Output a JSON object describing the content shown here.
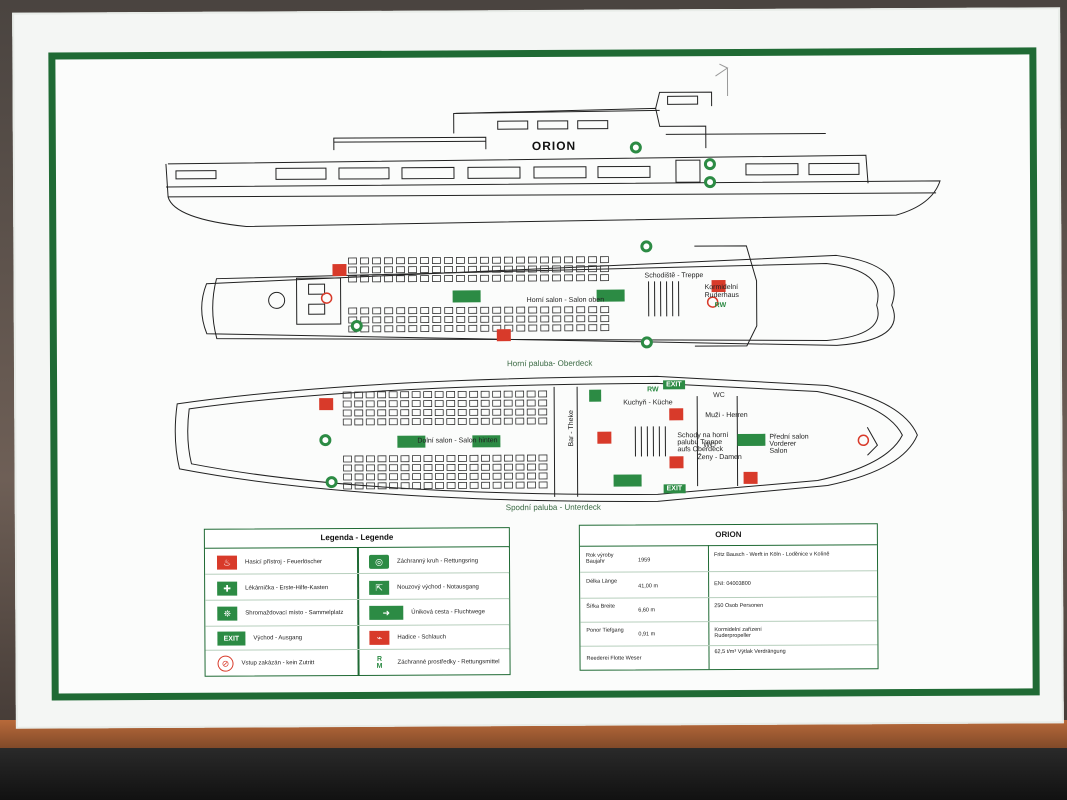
{
  "ship_name": "ORION",
  "decks": {
    "upper_title": "Horní paluba- Oberdeck",
    "lower_title": "Spodní paluba - Unterdeck",
    "upper_labels": {
      "stairs": "Schodiště - Treppe",
      "wheelhouse": "Kormidelní Ruderhaus",
      "saloon": "Horní salon - Salon oben",
      "rw": "RW"
    },
    "lower_labels": {
      "bar": "Bar - Theke",
      "galley": "Kuchyň - Küche",
      "saloon": "Dolní salon - Salon hinten",
      "stairs_up": "Schody na horní palubu Treppe aufs Oberdeck",
      "men": "Muži - Herren",
      "women": "Ženy - Damen",
      "front_saloon": "Přední salon Vorderer Salon",
      "wc": "WC",
      "rw": "RW",
      "exit": "EXIT"
    }
  },
  "legend": {
    "title": "Legenda - Legende",
    "left": [
      {
        "icon": "fire-extinguisher-icon",
        "label": "Hasicí přístroj - Feuerlöscher"
      },
      {
        "icon": "first-aid-icon",
        "label": "Lékárnička - Erste-Hilfe-Kasten"
      },
      {
        "icon": "assembly-point-icon",
        "label": "Shromaždovací místo - Sammelplatz"
      },
      {
        "icon": "exit-sign-icon",
        "label": "Východ - Ausgang",
        "sign": "EXIT"
      },
      {
        "icon": "no-entry-icon",
        "label": "Vstup zakázán - kein Zutritt"
      }
    ],
    "right": [
      {
        "icon": "life-ring-icon",
        "label": "Záchranný kruh - Rettungsring"
      },
      {
        "icon": "emergency-exit-icon",
        "label": "Nouzový východ - Notausgang"
      },
      {
        "icon": "escape-route-icon",
        "label": "Úniková cesta - Fluchtwege"
      },
      {
        "icon": "fire-hose-icon",
        "label": "Hadice - Schlauch"
      },
      {
        "icon": "rescue-equipment-icon",
        "label": "Záchranné prostředky - Rettungsmittel",
        "sign_r": "R",
        "sign_m": "M"
      }
    ]
  },
  "info": {
    "title": "ORION",
    "rows": [
      {
        "k": "Rok výroby Baujahr",
        "v": "1959",
        "r": "Fritz Bausch - Werft in Köln - Loděnice v Kolíně"
      },
      {
        "k": "Délka Länge",
        "v": "41,00 m",
        "r": "ENI: 04003800"
      },
      {
        "k": "Šířka Breite",
        "v": "6,60 m",
        "r": "250  Osob Personen"
      },
      {
        "k": "Ponor Tiefgang",
        "v": "0,91 m",
        "r": "Kormidelní zařízení Ruderpropeller"
      },
      {
        "k": "Reederei Flotte Weser",
        "v": "",
        "r": "62,5 t/m³  Výtlak Verdrängung"
      }
    ]
  }
}
